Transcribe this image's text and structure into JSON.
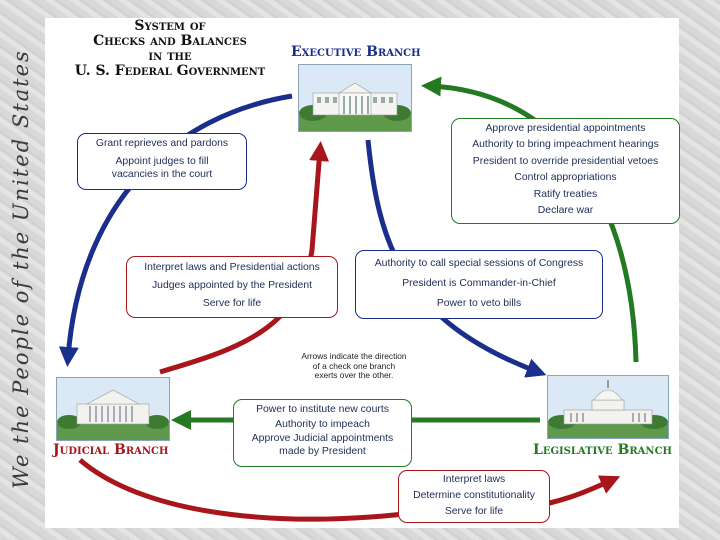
{
  "side_text": "We the People of the United States",
  "title": {
    "line1": "System of",
    "line2": "Checks and Balances",
    "line3": "in the",
    "line4": "U. S. Federal Government"
  },
  "branches": {
    "executive": "Executive Branch",
    "judicial": "Judicial Branch",
    "legislative": "Legislative Branch"
  },
  "boxes": {
    "legislative_checks_executive": [
      "Approve presidential appointments",
      "Authority to bring impeachment hearings",
      "President to override presidential vetoes",
      "Control appropriations",
      "Ratify treaties",
      "Declare war"
    ],
    "executive_checks_judicial": {
      "line1": "Grant reprieves and pardons",
      "line2": "Appoint judges to fill",
      "line3": "vacancies in the court"
    },
    "judicial_checks_executive": [
      "Interpret laws and Presidential actions",
      "Judges appointed by the President",
      "Serve for life"
    ],
    "executive_checks_legislative": [
      "Authority to call special sessions of Congress",
      "President is Commander-in-Chief",
      "Power to veto bills"
    ],
    "legislative_checks_judicial": {
      "line1": "Power to institute new courts",
      "line2": "Authority to impeach",
      "line3": "Approve Judicial appointments",
      "line4": "made by President"
    },
    "judicial_checks_legislative": [
      "Interpret laws",
      "Determine constitutionality",
      "Serve for life"
    ]
  },
  "note": {
    "line1": "Arrows indicate the direction",
    "line2": "of a check one branch",
    "line3": "exerts over the other."
  },
  "colors": {
    "blue": "#1a2e8c",
    "red": "#a8151b",
    "green": "#237a23"
  }
}
